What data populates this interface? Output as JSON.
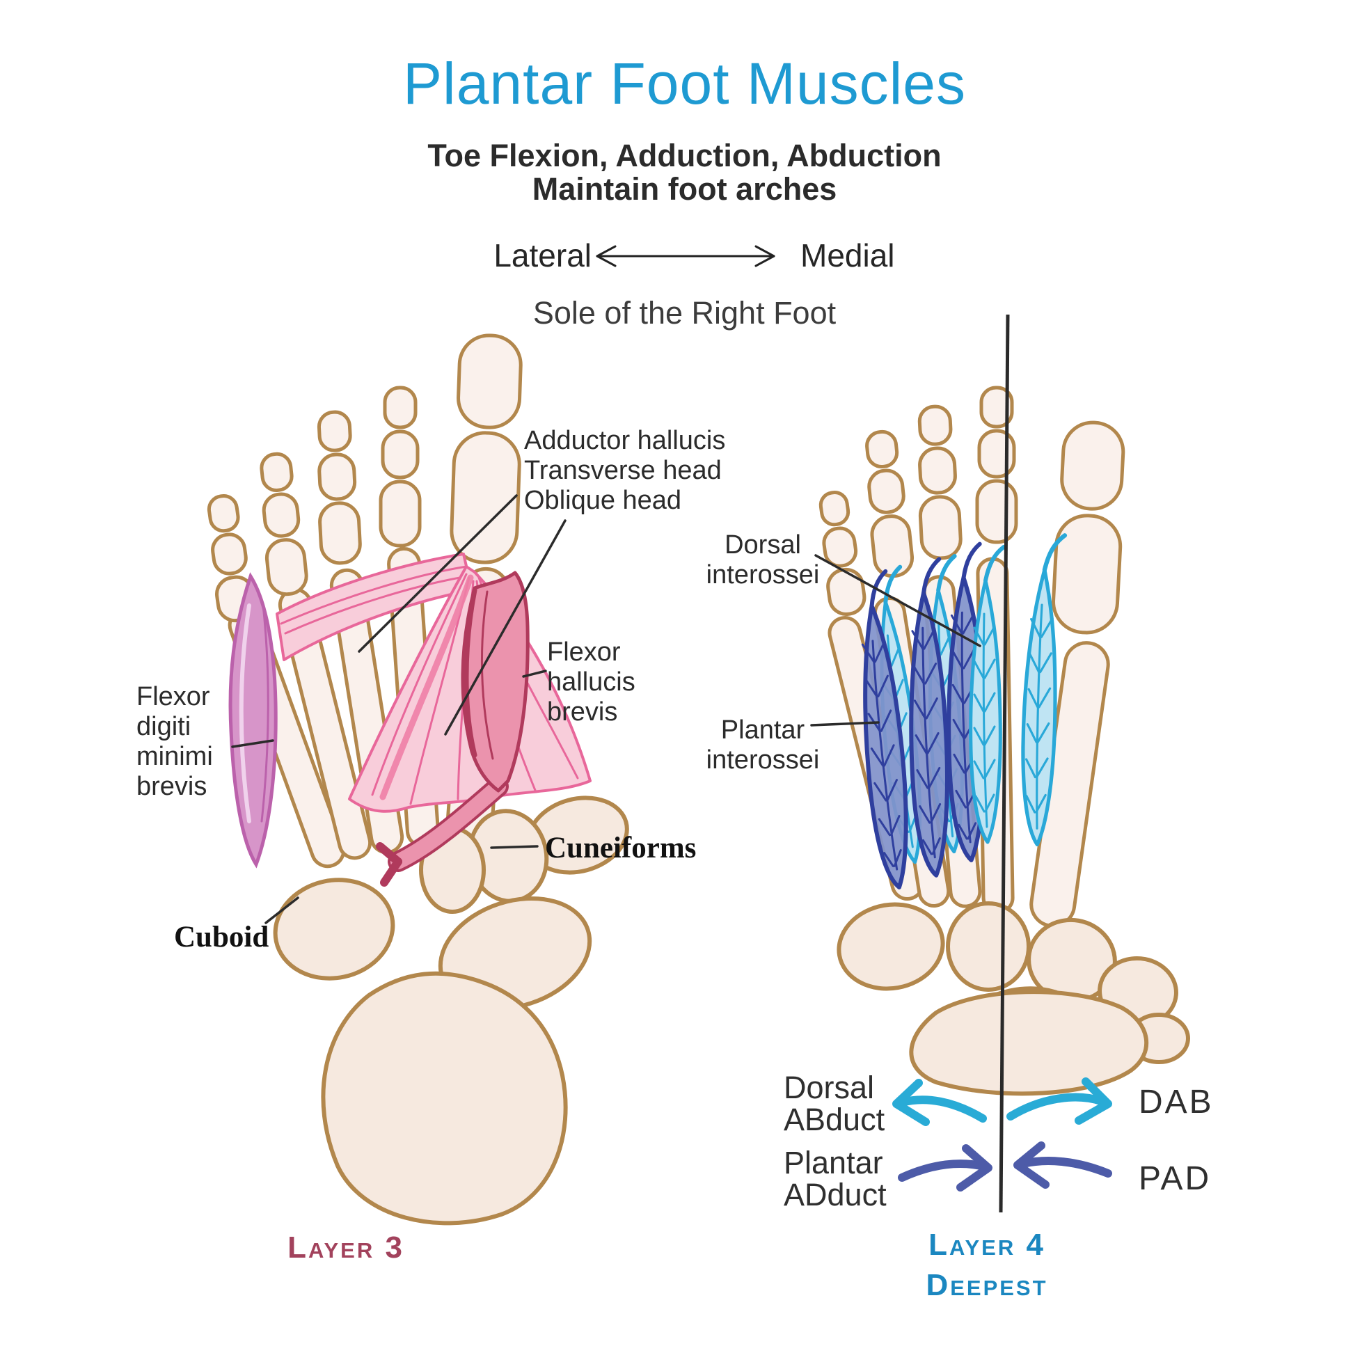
{
  "header": {
    "title": "Plantar Foot Muscles",
    "subtitle_1": "Toe Flexion, Adduction, Abduction",
    "subtitle_2": "Maintain foot arches",
    "direction_left": "Lateral",
    "direction_right": "Medial",
    "view": "Sole of the Right Foot"
  },
  "left_foot": {
    "adductor_1": "Adductor hallucis",
    "adductor_2": "Transverse head",
    "adductor_3": "Oblique head",
    "fhb_1": "Flexor",
    "fhb_2": "hallucis",
    "fhb_3": "brevis",
    "fdmb_1": "Flexor",
    "fdmb_2": "digiti",
    "fdmb_3": "minimi",
    "fdmb_4": "brevis",
    "cuneiforms": "Cuneiforms",
    "cuboid": "Cuboid",
    "caption": "Layer 3"
  },
  "right_foot": {
    "dorsal_1": "Dorsal",
    "dorsal_2": "interossei",
    "plantar_1": "Plantar",
    "plantar_2": "interossei",
    "abduct_1": "Dorsal",
    "abduct_2": "ABduct",
    "abduct_abbr": "DAB",
    "adduct_1": "Plantar",
    "adduct_2": "ADduct",
    "adduct_abbr": "PAD",
    "caption_1": "Layer 4",
    "caption_2": "Deepest"
  },
  "colors": {
    "title_blue": "#1e9ad2",
    "caption_blue": "#1b87c0",
    "caption_maroon": "#a2425c",
    "text_dark": "#2b2b2b",
    "bone_outline": "#b2874c",
    "bone_fill": "#faf1ec",
    "bone_fill_2": "#f6e9df",
    "muscle_pink_light": "#f8cdda",
    "muscle_pink_edge": "#e8679a",
    "muscle_rose": "#eb93ad",
    "muscle_rose_edge": "#b03a5c",
    "muscle_purple": "#d795c9",
    "muscle_purple_edge": "#bb61ab",
    "dorsal_blue": "#bfe4f3",
    "dorsal_blue_edge": "#29a8d8",
    "plantar_indigo": "#8193cb",
    "plantar_indigo_edge": "#2f3f9e",
    "arrow_cyan": "#29abd6",
    "arrow_indigo": "#4d5ba8",
    "axis_black": "#2a2a2a"
  }
}
